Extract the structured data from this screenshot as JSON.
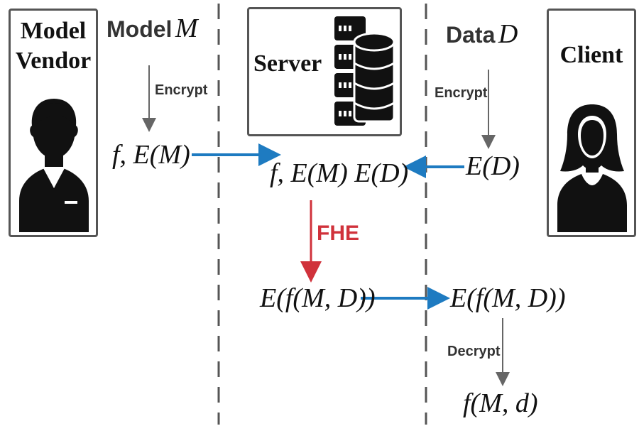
{
  "vendor": {
    "title_line1": "Model",
    "title_line2": "Vendor"
  },
  "server": {
    "title": "Server"
  },
  "client": {
    "title": "Client"
  },
  "headers": {
    "model_word": "Model",
    "model_var": "M",
    "data_word": "Data",
    "data_var": "D"
  },
  "labels": {
    "encrypt_left": "Encrypt",
    "encrypt_right": "Encrypt",
    "fhe": "FHE",
    "decrypt": "Decrypt"
  },
  "expressions": {
    "vendor_out": "f, E(M)",
    "client_out": "E(D)",
    "server_in": "f, E(M) E(D)",
    "server_out": "E(f(M, D))",
    "client_recv": "E(f(M, D))",
    "result": "f(M, d)"
  },
  "colors": {
    "arrow_blue": "#1e7bc1",
    "fhe_red": "#d0323b",
    "arrow_gray": "#666666",
    "box_border": "#555555"
  }
}
